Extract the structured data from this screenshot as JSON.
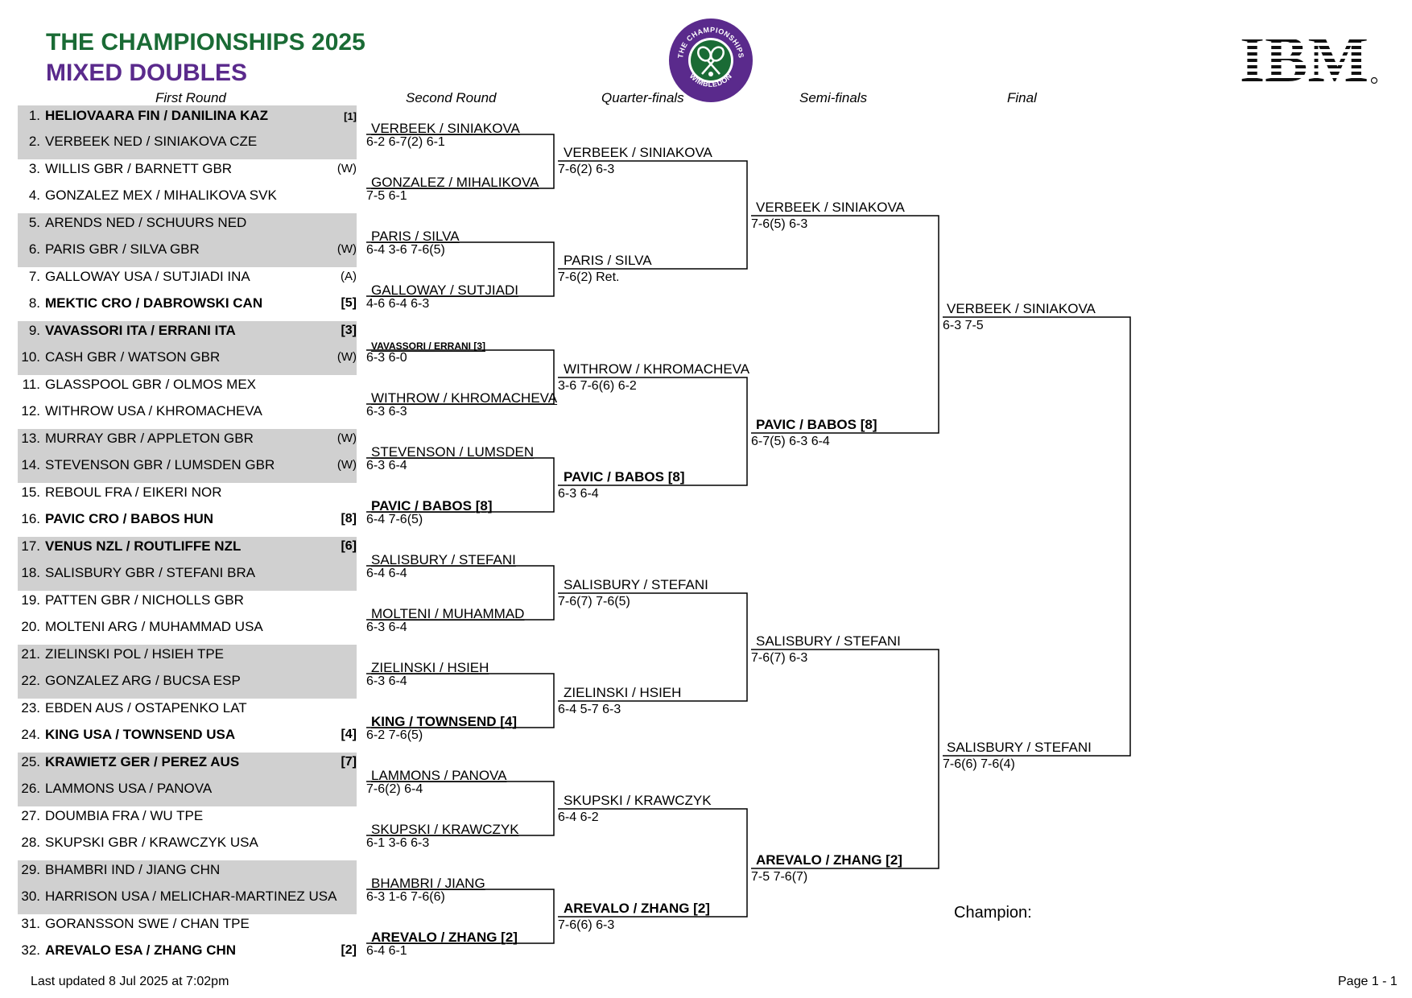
{
  "header": {
    "title": "THE CHAMPIONSHIPS 2025",
    "subtitle": "MIXED DOUBLES",
    "logo_text": "THE CHAMPIONSHIPS WIMBLEDON",
    "sponsor": "IBM"
  },
  "rounds": {
    "r1": "First Round",
    "r2": "Second Round",
    "qf": "Quarter-finals",
    "sf": "Semi-finals",
    "f": "Final"
  },
  "draw": [
    {
      "num": "1.",
      "name": "HELIOVAARA FIN / DANILINA KAZ",
      "tag": "[1]"
    },
    {
      "num": "2.",
      "name": "VERBEEK NED / SINIAKOVA CZE",
      "tag": ""
    },
    {
      "num": "3.",
      "name": "WILLIS GBR / BARNETT GBR",
      "tag": "(W)"
    },
    {
      "num": "4.",
      "name": "GONZALEZ MEX / MIHALIKOVA SVK",
      "tag": ""
    },
    {
      "num": "5.",
      "name": "ARENDS NED / SCHUURS NED",
      "tag": ""
    },
    {
      "num": "6.",
      "name": "PARIS GBR / SILVA GBR",
      "tag": "(W)"
    },
    {
      "num": "7.",
      "name": "GALLOWAY USA / SUTJIADI INA",
      "tag": "(A)"
    },
    {
      "num": "8.",
      "name": "MEKTIC CRO / DABROWSKI CAN",
      "tag": "[5]"
    },
    {
      "num": "9.",
      "name": "VAVASSORI ITA / ERRANI ITA",
      "tag": "[3]"
    },
    {
      "num": "10.",
      "name": "CASH GBR / WATSON GBR",
      "tag": "(W)"
    },
    {
      "num": "11.",
      "name": "GLASSPOOL GBR / OLMOS MEX",
      "tag": ""
    },
    {
      "num": "12.",
      "name": "WITHROW USA / KHROMACHEVA",
      "tag": ""
    },
    {
      "num": "13.",
      "name": "MURRAY GBR / APPLETON GBR",
      "tag": "(W)"
    },
    {
      "num": "14.",
      "name": "STEVENSON GBR / LUMSDEN GBR",
      "tag": "(W)"
    },
    {
      "num": "15.",
      "name": "REBOUL FRA / EIKERI NOR",
      "tag": ""
    },
    {
      "num": "16.",
      "name": "PAVIC CRO / BABOS HUN",
      "tag": "[8]"
    },
    {
      "num": "17.",
      "name": "VENUS NZL / ROUTLIFFE NZL",
      "tag": "[6]"
    },
    {
      "num": "18.",
      "name": "SALISBURY GBR / STEFANI BRA",
      "tag": ""
    },
    {
      "num": "19.",
      "name": "PATTEN GBR / NICHOLLS GBR",
      "tag": ""
    },
    {
      "num": "20.",
      "name": "MOLTENI ARG / MUHAMMAD USA",
      "tag": ""
    },
    {
      "num": "21.",
      "name": "ZIELINSKI POL / HSIEH TPE",
      "tag": ""
    },
    {
      "num": "22.",
      "name": "GONZALEZ ARG / BUCSA ESP",
      "tag": ""
    },
    {
      "num": "23.",
      "name": "EBDEN AUS / OSTAPENKO LAT",
      "tag": ""
    },
    {
      "num": "24.",
      "name": "KING USA / TOWNSEND USA",
      "tag": "[4]"
    },
    {
      "num": "25.",
      "name": "KRAWIETZ GER / PEREZ AUS",
      "tag": "[7]"
    },
    {
      "num": "26.",
      "name": "LAMMONS USA / PANOVA",
      "tag": ""
    },
    {
      "num": "27.",
      "name": "DOUMBIA FRA / WU TPE",
      "tag": ""
    },
    {
      "num": "28.",
      "name": "SKUPSKI GBR / KRAWCZYK USA",
      "tag": ""
    },
    {
      "num": "29.",
      "name": "BHAMBRI IND / JIANG CHN",
      "tag": ""
    },
    {
      "num": "30.",
      "name": "HARRISON USA / MELICHAR-MARTINEZ USA",
      "tag": ""
    },
    {
      "num": "31.",
      "name": "GORANSSON SWE / CHAN TPE",
      "tag": ""
    },
    {
      "num": "32.",
      "name": "AREVALO ESA / ZHANG CHN",
      "tag": "[2]"
    }
  ],
  "r2": [
    {
      "name": "VERBEEK / SINIAKOVA",
      "score": "6-2 6-7(2) 6-1"
    },
    {
      "name": "GONZALEZ / MIHALIKOVA",
      "score": "7-5 6-1"
    },
    {
      "name": "PARIS / SILVA",
      "score": "6-4 3-6 7-6(5)"
    },
    {
      "name": "GALLOWAY / SUTJIADI",
      "score": "4-6 6-4 6-3"
    },
    {
      "name": "VAVASSORI / ERRANI [3]",
      "score": "6-3 6-0"
    },
    {
      "name": "WITHROW / KHROMACHEVA",
      "score": "6-3 6-3"
    },
    {
      "name": "STEVENSON / LUMSDEN",
      "score": "6-3 6-4"
    },
    {
      "name": "PAVIC / BABOS [8]",
      "score": "6-4 7-6(5)"
    },
    {
      "name": "SALISBURY / STEFANI",
      "score": "6-4 6-4"
    },
    {
      "name": "MOLTENI / MUHAMMAD",
      "score": "6-3 6-4"
    },
    {
      "name": "ZIELINSKI / HSIEH",
      "score": "6-3 6-4"
    },
    {
      "name": "KING / TOWNSEND [4]",
      "score": "6-2 7-6(5)"
    },
    {
      "name": "LAMMONS / PANOVA",
      "score": "7-6(2) 6-4"
    },
    {
      "name": "SKUPSKI / KRAWCZYK",
      "score": "6-1 3-6 6-3"
    },
    {
      "name": "BHAMBRI / JIANG",
      "score": "6-3 1-6 7-6(6)"
    },
    {
      "name": "AREVALO / ZHANG [2]",
      "score": "6-4 6-1"
    }
  ],
  "qf": [
    {
      "name": "VERBEEK / SINIAKOVA",
      "score": "7-6(2) 6-3"
    },
    {
      "name": "PARIS / SILVA",
      "score": "7-6(2) Ret."
    },
    {
      "name": "WITHROW / KHROMACHEVA",
      "score": "3-6 7-6(6) 6-2"
    },
    {
      "name": "PAVIC / BABOS [8]",
      "score": "6-3 6-4"
    },
    {
      "name": "SALISBURY / STEFANI",
      "score": "7-6(7) 7-6(5)"
    },
    {
      "name": "ZIELINSKI / HSIEH",
      "score": "6-4 5-7 6-3"
    },
    {
      "name": "SKUPSKI / KRAWCZYK",
      "score": "6-4 6-2"
    },
    {
      "name": "AREVALO / ZHANG [2]",
      "score": "7-6(6) 6-3"
    }
  ],
  "sf": [
    {
      "name": "VERBEEK / SINIAKOVA",
      "score": "7-6(5) 6-3"
    },
    {
      "name": "PAVIC / BABOS [8]",
      "score": "6-7(5) 6-3 6-4"
    },
    {
      "name": "SALISBURY / STEFANI",
      "score": "7-6(7) 6-3"
    },
    {
      "name": "AREVALO / ZHANG [2]",
      "score": "7-5 7-6(7)"
    }
  ],
  "final": [
    {
      "name": "VERBEEK / SINIAKOVA",
      "score": "6-3 7-5"
    },
    {
      "name": "SALISBURY / STEFANI",
      "score": "7-6(6) 7-6(4)"
    }
  ],
  "champion_label": "Champion:",
  "footer": {
    "updated": "Last updated 8 Jul 2025 at 7:02pm",
    "page": "Page 1 - 1"
  }
}
